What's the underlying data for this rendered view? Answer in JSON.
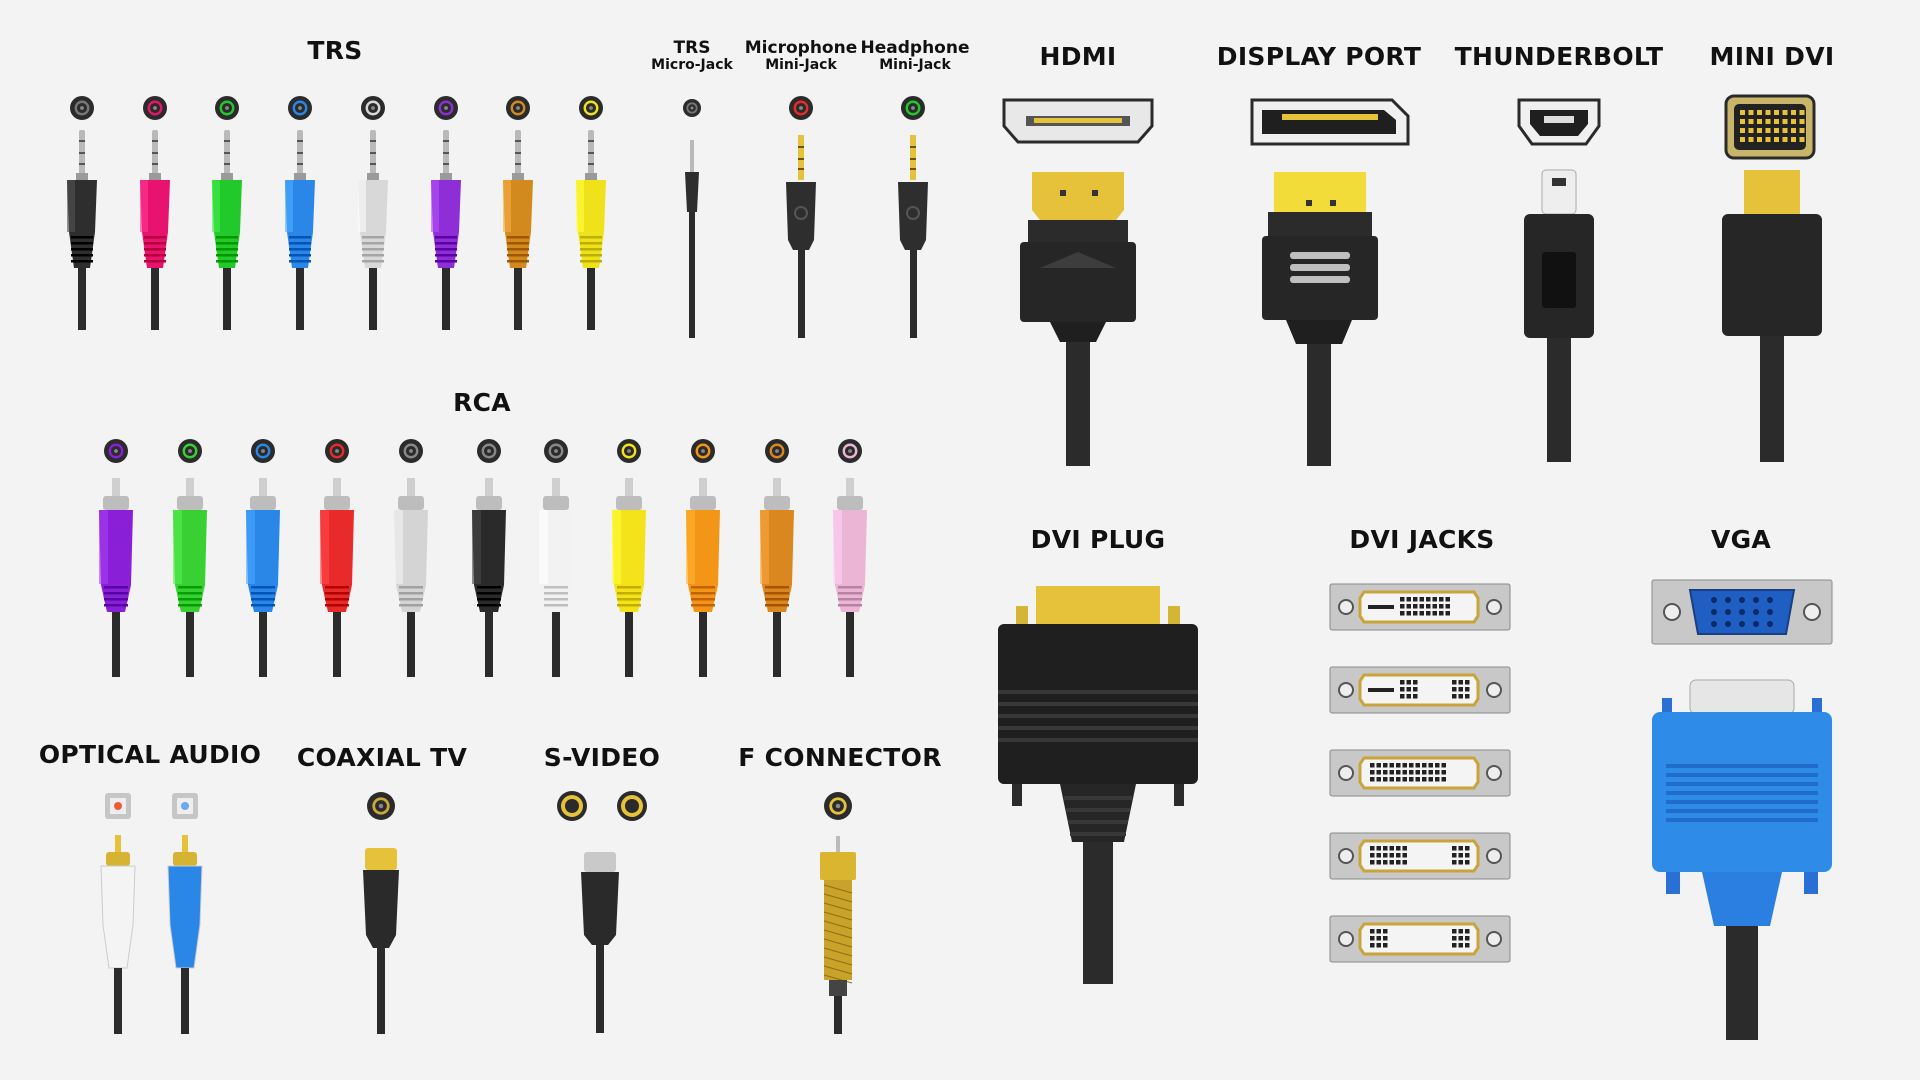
{
  "labels": {
    "trs": "TRS",
    "trs_micro": "TRS",
    "trs_micro_sub": "Micro-Jack",
    "microphone": "Microphone",
    "microphone_sub": "Mini-Jack",
    "headphone": "Headphone",
    "headphone_sub": "Mini-Jack",
    "hdmi": "HDMI",
    "display_port": "DISPLAY PORT",
    "thunderbolt": "THUNDERBOLT",
    "mini_dvi": "MINI DVI",
    "rca": "RCA",
    "dvi_plug": "DVI PLUG",
    "dvi_jacks": "DVI JACKS",
    "vga": "VGA",
    "optical_audio": "OPTICAL AUDIO",
    "coaxial_tv": "COAXIAL TV",
    "s_video": "S-VIDEO",
    "f_connector": "F CONNECTOR"
  },
  "colors": {
    "background": "#f3f3f3",
    "cable": "#2b2b2b",
    "gold": "#e6c23a",
    "trs": [
      "#2e2e2e",
      "#e8136e",
      "#22c92a",
      "#2a87e8",
      "#d8d8d8",
      "#8e2ed6",
      "#d28a1e",
      "#f0e21a"
    ],
    "rca": [
      "#8a1fd8",
      "#38d032",
      "#2a87e8",
      "#e82a2a",
      "#d4d4d4",
      "#2a2a2a",
      "#f2f2f2",
      "#f4e21a",
      "#f39516",
      "#d9871e",
      "#ebb5d6"
    ],
    "optical": [
      "#f4f4f4",
      "#2a87e8"
    ],
    "vga_blue": "#2e8be8"
  }
}
